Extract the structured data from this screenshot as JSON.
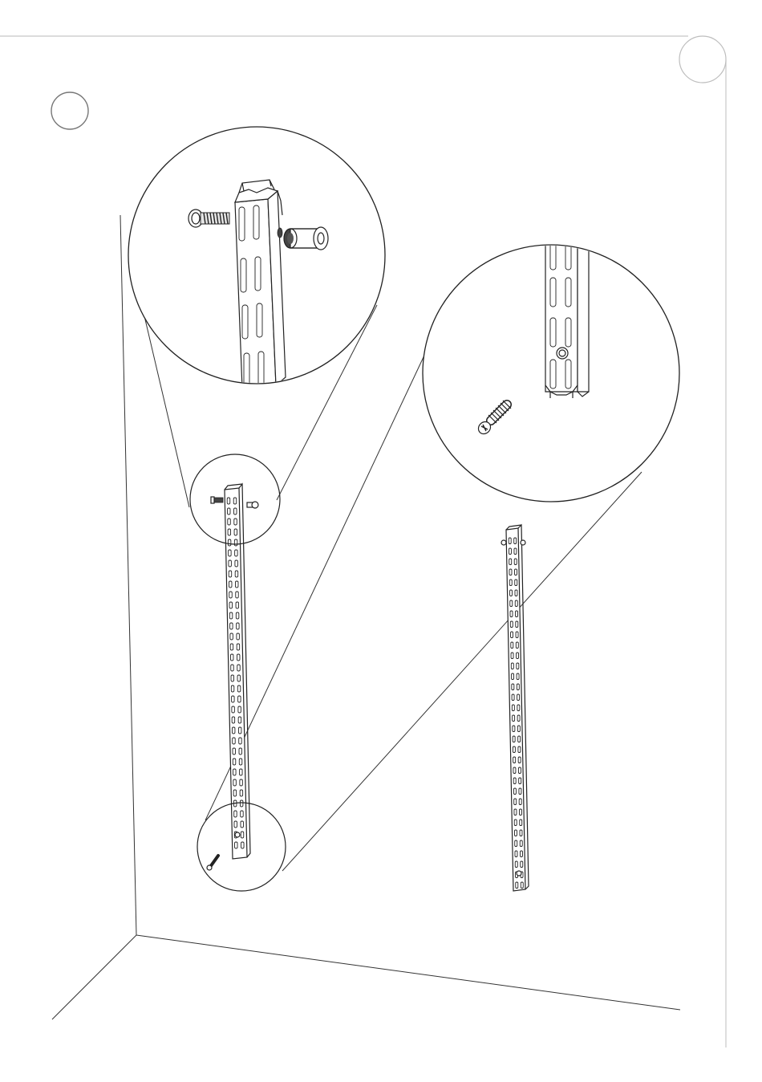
{
  "page": {
    "background": "#ffffff",
    "frame_color": "#c8c8c8",
    "line_color": "#222222"
  },
  "step_markers": [
    {
      "name": "page-corner-marker",
      "label": ""
    },
    {
      "name": "step-number-marker",
      "label": ""
    }
  ],
  "parts": [
    {
      "name": "left-wall-upright",
      "icon": "slotted-upright"
    },
    {
      "name": "right-wall-upright",
      "icon": "slotted-upright"
    },
    {
      "name": "hanging-bolt",
      "icon": "bolt-icon"
    },
    {
      "name": "barrel-nut",
      "icon": "barrel-nut-icon"
    },
    {
      "name": "wall-screw",
      "icon": "screw-icon"
    }
  ],
  "callouts": [
    {
      "name": "top-bracket-detail",
      "shows": [
        "hanging-bolt",
        "barrel-nut"
      ]
    },
    {
      "name": "bottom-screw-detail",
      "shows": [
        "wall-screw"
      ]
    }
  ]
}
